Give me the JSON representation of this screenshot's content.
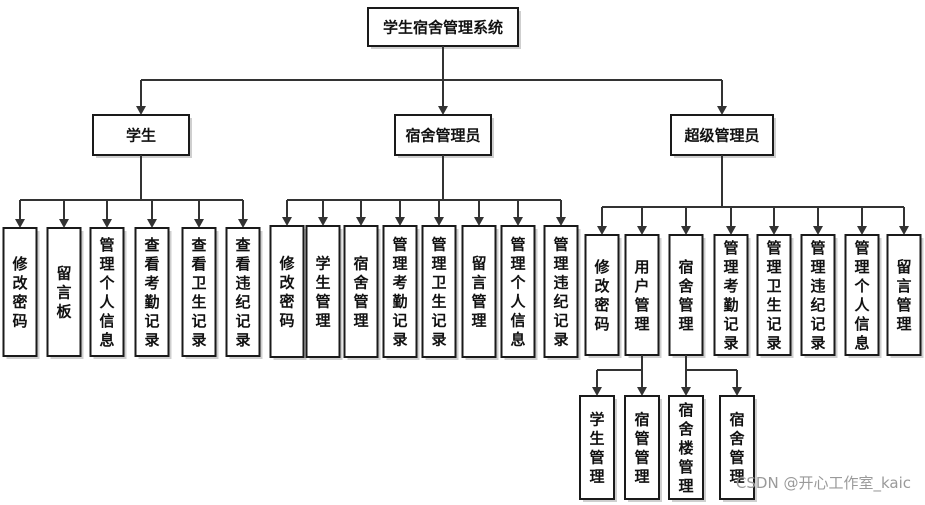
{
  "root": "学生宿舍管理系统",
  "roles": [
    {
      "label": "学生",
      "functions": [
        "修改密码",
        "留言板",
        "管理个人信息",
        "查看考勤记录",
        "查看卫生记录",
        "查看违纪记录"
      ]
    },
    {
      "label": "宿舍管理员",
      "functions": [
        "修改密码",
        "学生管理",
        "宿舍管理",
        "管理考勤记录",
        "管理卫生记录",
        "留言管理",
        "管理个人信息",
        "管理违纪记录"
      ]
    },
    {
      "label": "超级管理员",
      "functions": [
        "修改密码",
        "用户管理",
        "宿舍管理",
        "管理考勤记录",
        "管理卫生记录",
        "管理违纪记录",
        "管理个人信息",
        "留言管理"
      ]
    }
  ],
  "sub_functions": {
    "用户管理": [
      "学生管理",
      "宿管管理"
    ],
    "宿舍管理": [
      "宿舍楼管理",
      "宿舍管理"
    ]
  },
  "watermark": "CSDN @开心工作室_kaic"
}
